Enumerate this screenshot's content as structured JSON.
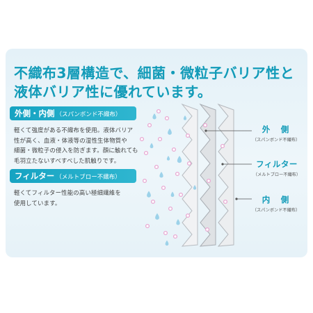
{
  "headline": {
    "line1": "不織布3層構造で、細菌・微粒子バリア性と",
    "line2": "液体バリア性に優れています。"
  },
  "sections": [
    {
      "title": "外側・内側",
      "subtitle": "（スパンボンド不織布）",
      "lines": [
        "軽くて強度がある不織布を使用。液体バリア",
        "性が高く、血液・体液等の湿性生体物質や",
        "細菌・微粒子の侵入を防ぎます。顔に触れても",
        "毛羽立たないすべすべした肌触りです。"
      ]
    },
    {
      "title": "フィルター",
      "subtitle": "（メルトブロー不織布）",
      "lines": [
        "軽くてフィルター性能の高い極細繊維を",
        "使用しています。"
      ]
    }
  ],
  "diagram": {
    "labels": [
      {
        "main": "外　側",
        "sub": "（スパンボンド不織布）"
      },
      {
        "main": "フィルター",
        "sub": "（メルトブロー不織布）"
      },
      {
        "main": "内　側",
        "sub": "（スパンボンド不織布）"
      }
    ],
    "colors": {
      "accent": "#129bb8",
      "droplet": "#8ecbe6",
      "particle": "#e8a8d2",
      "layer": "#e6e8ea"
    }
  }
}
